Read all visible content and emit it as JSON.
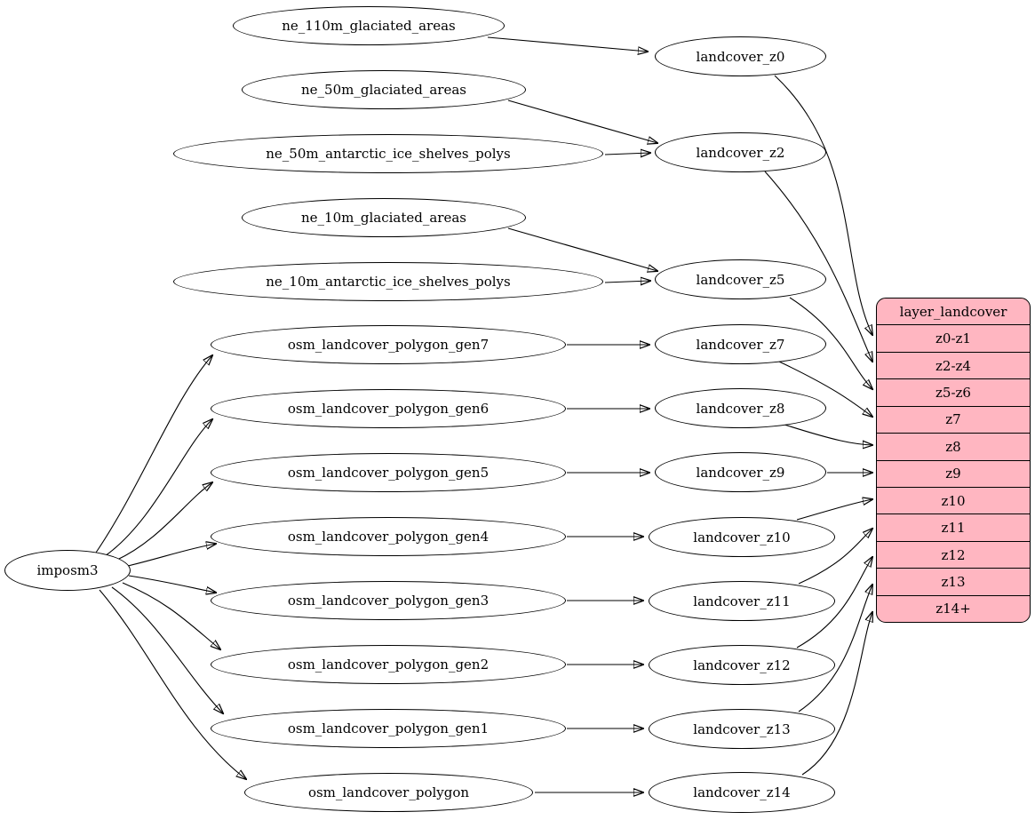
{
  "diagram_type": "graphviz-dependency-graph",
  "colors": {
    "background": "#ffffff",
    "node_fill": "#ffffff",
    "node_stroke": "#000000",
    "edge_color": "#000000",
    "record_fill": "#ffb6c1",
    "record_stroke": "#000000"
  },
  "nodes": {
    "imposm3": {
      "label": "imposm3"
    },
    "ne_110m_glaciated_areas": {
      "label": "ne_110m_glaciated_areas"
    },
    "ne_50m_glaciated_areas": {
      "label": "ne_50m_glaciated_areas"
    },
    "ne_50m_antarctic_ice_shelves_polys": {
      "label": "ne_50m_antarctic_ice_shelves_polys"
    },
    "ne_10m_glaciated_areas": {
      "label": "ne_10m_glaciated_areas"
    },
    "ne_10m_antarctic_ice_shelves_polys": {
      "label": "ne_10m_antarctic_ice_shelves_polys"
    },
    "osm_landcover_polygon_gen7": {
      "label": "osm_landcover_polygon_gen7"
    },
    "osm_landcover_polygon_gen6": {
      "label": "osm_landcover_polygon_gen6"
    },
    "osm_landcover_polygon_gen5": {
      "label": "osm_landcover_polygon_gen5"
    },
    "osm_landcover_polygon_gen4": {
      "label": "osm_landcover_polygon_gen4"
    },
    "osm_landcover_polygon_gen3": {
      "label": "osm_landcover_polygon_gen3"
    },
    "osm_landcover_polygon_gen2": {
      "label": "osm_landcover_polygon_gen2"
    },
    "osm_landcover_polygon_gen1": {
      "label": "osm_landcover_polygon_gen1"
    },
    "osm_landcover_polygon": {
      "label": "osm_landcover_polygon"
    },
    "landcover_z0": {
      "label": "landcover_z0"
    },
    "landcover_z2": {
      "label": "landcover_z2"
    },
    "landcover_z5": {
      "label": "landcover_z5"
    },
    "landcover_z7": {
      "label": "landcover_z7"
    },
    "landcover_z8": {
      "label": "landcover_z8"
    },
    "landcover_z9": {
      "label": "landcover_z9"
    },
    "landcover_z10": {
      "label": "landcover_z10"
    },
    "landcover_z11": {
      "label": "landcover_z11"
    },
    "landcover_z12": {
      "label": "landcover_z12"
    },
    "landcover_z13": {
      "label": "landcover_z13"
    },
    "landcover_z14": {
      "label": "landcover_z14"
    }
  },
  "record": {
    "header": "layer_landcover",
    "rows": [
      "z0-z1",
      "z2-z4",
      "z5-z6",
      "z7",
      "z8",
      "z9",
      "z10",
      "z11",
      "z12",
      "z13",
      "z14+"
    ]
  },
  "edges": [
    {
      "from": "ne_110m_glaciated_areas",
      "to": "landcover_z0"
    },
    {
      "from": "ne_50m_glaciated_areas",
      "to": "landcover_z2"
    },
    {
      "from": "ne_50m_antarctic_ice_shelves_polys",
      "to": "landcover_z2"
    },
    {
      "from": "ne_10m_glaciated_areas",
      "to": "landcover_z5"
    },
    {
      "from": "ne_10m_antarctic_ice_shelves_polys",
      "to": "landcover_z5"
    },
    {
      "from": "imposm3",
      "to": "osm_landcover_polygon_gen7"
    },
    {
      "from": "imposm3",
      "to": "osm_landcover_polygon_gen6"
    },
    {
      "from": "imposm3",
      "to": "osm_landcover_polygon_gen5"
    },
    {
      "from": "imposm3",
      "to": "osm_landcover_polygon_gen4"
    },
    {
      "from": "imposm3",
      "to": "osm_landcover_polygon_gen3"
    },
    {
      "from": "imposm3",
      "to": "osm_landcover_polygon_gen2"
    },
    {
      "from": "imposm3",
      "to": "osm_landcover_polygon_gen1"
    },
    {
      "from": "imposm3",
      "to": "osm_landcover_polygon"
    },
    {
      "from": "osm_landcover_polygon_gen7",
      "to": "landcover_z7"
    },
    {
      "from": "osm_landcover_polygon_gen6",
      "to": "landcover_z8"
    },
    {
      "from": "osm_landcover_polygon_gen5",
      "to": "landcover_z9"
    },
    {
      "from": "osm_landcover_polygon_gen4",
      "to": "landcover_z10"
    },
    {
      "from": "osm_landcover_polygon_gen3",
      "to": "landcover_z11"
    },
    {
      "from": "osm_landcover_polygon_gen2",
      "to": "landcover_z12"
    },
    {
      "from": "osm_landcover_polygon_gen1",
      "to": "landcover_z13"
    },
    {
      "from": "osm_landcover_polygon",
      "to": "landcover_z14"
    },
    {
      "from": "landcover_z0",
      "to": "layer_landcover:z0-z1"
    },
    {
      "from": "landcover_z2",
      "to": "layer_landcover:z2-z4"
    },
    {
      "from": "landcover_z5",
      "to": "layer_landcover:z5-z6"
    },
    {
      "from": "landcover_z7",
      "to": "layer_landcover:z7"
    },
    {
      "from": "landcover_z8",
      "to": "layer_landcover:z8"
    },
    {
      "from": "landcover_z9",
      "to": "layer_landcover:z9"
    },
    {
      "from": "landcover_z10",
      "to": "layer_landcover:z10"
    },
    {
      "from": "landcover_z11",
      "to": "layer_landcover:z11"
    },
    {
      "from": "landcover_z12",
      "to": "layer_landcover:z12"
    },
    {
      "from": "landcover_z13",
      "to": "layer_landcover:z13"
    },
    {
      "from": "landcover_z14",
      "to": "layer_landcover:z14+"
    }
  ]
}
